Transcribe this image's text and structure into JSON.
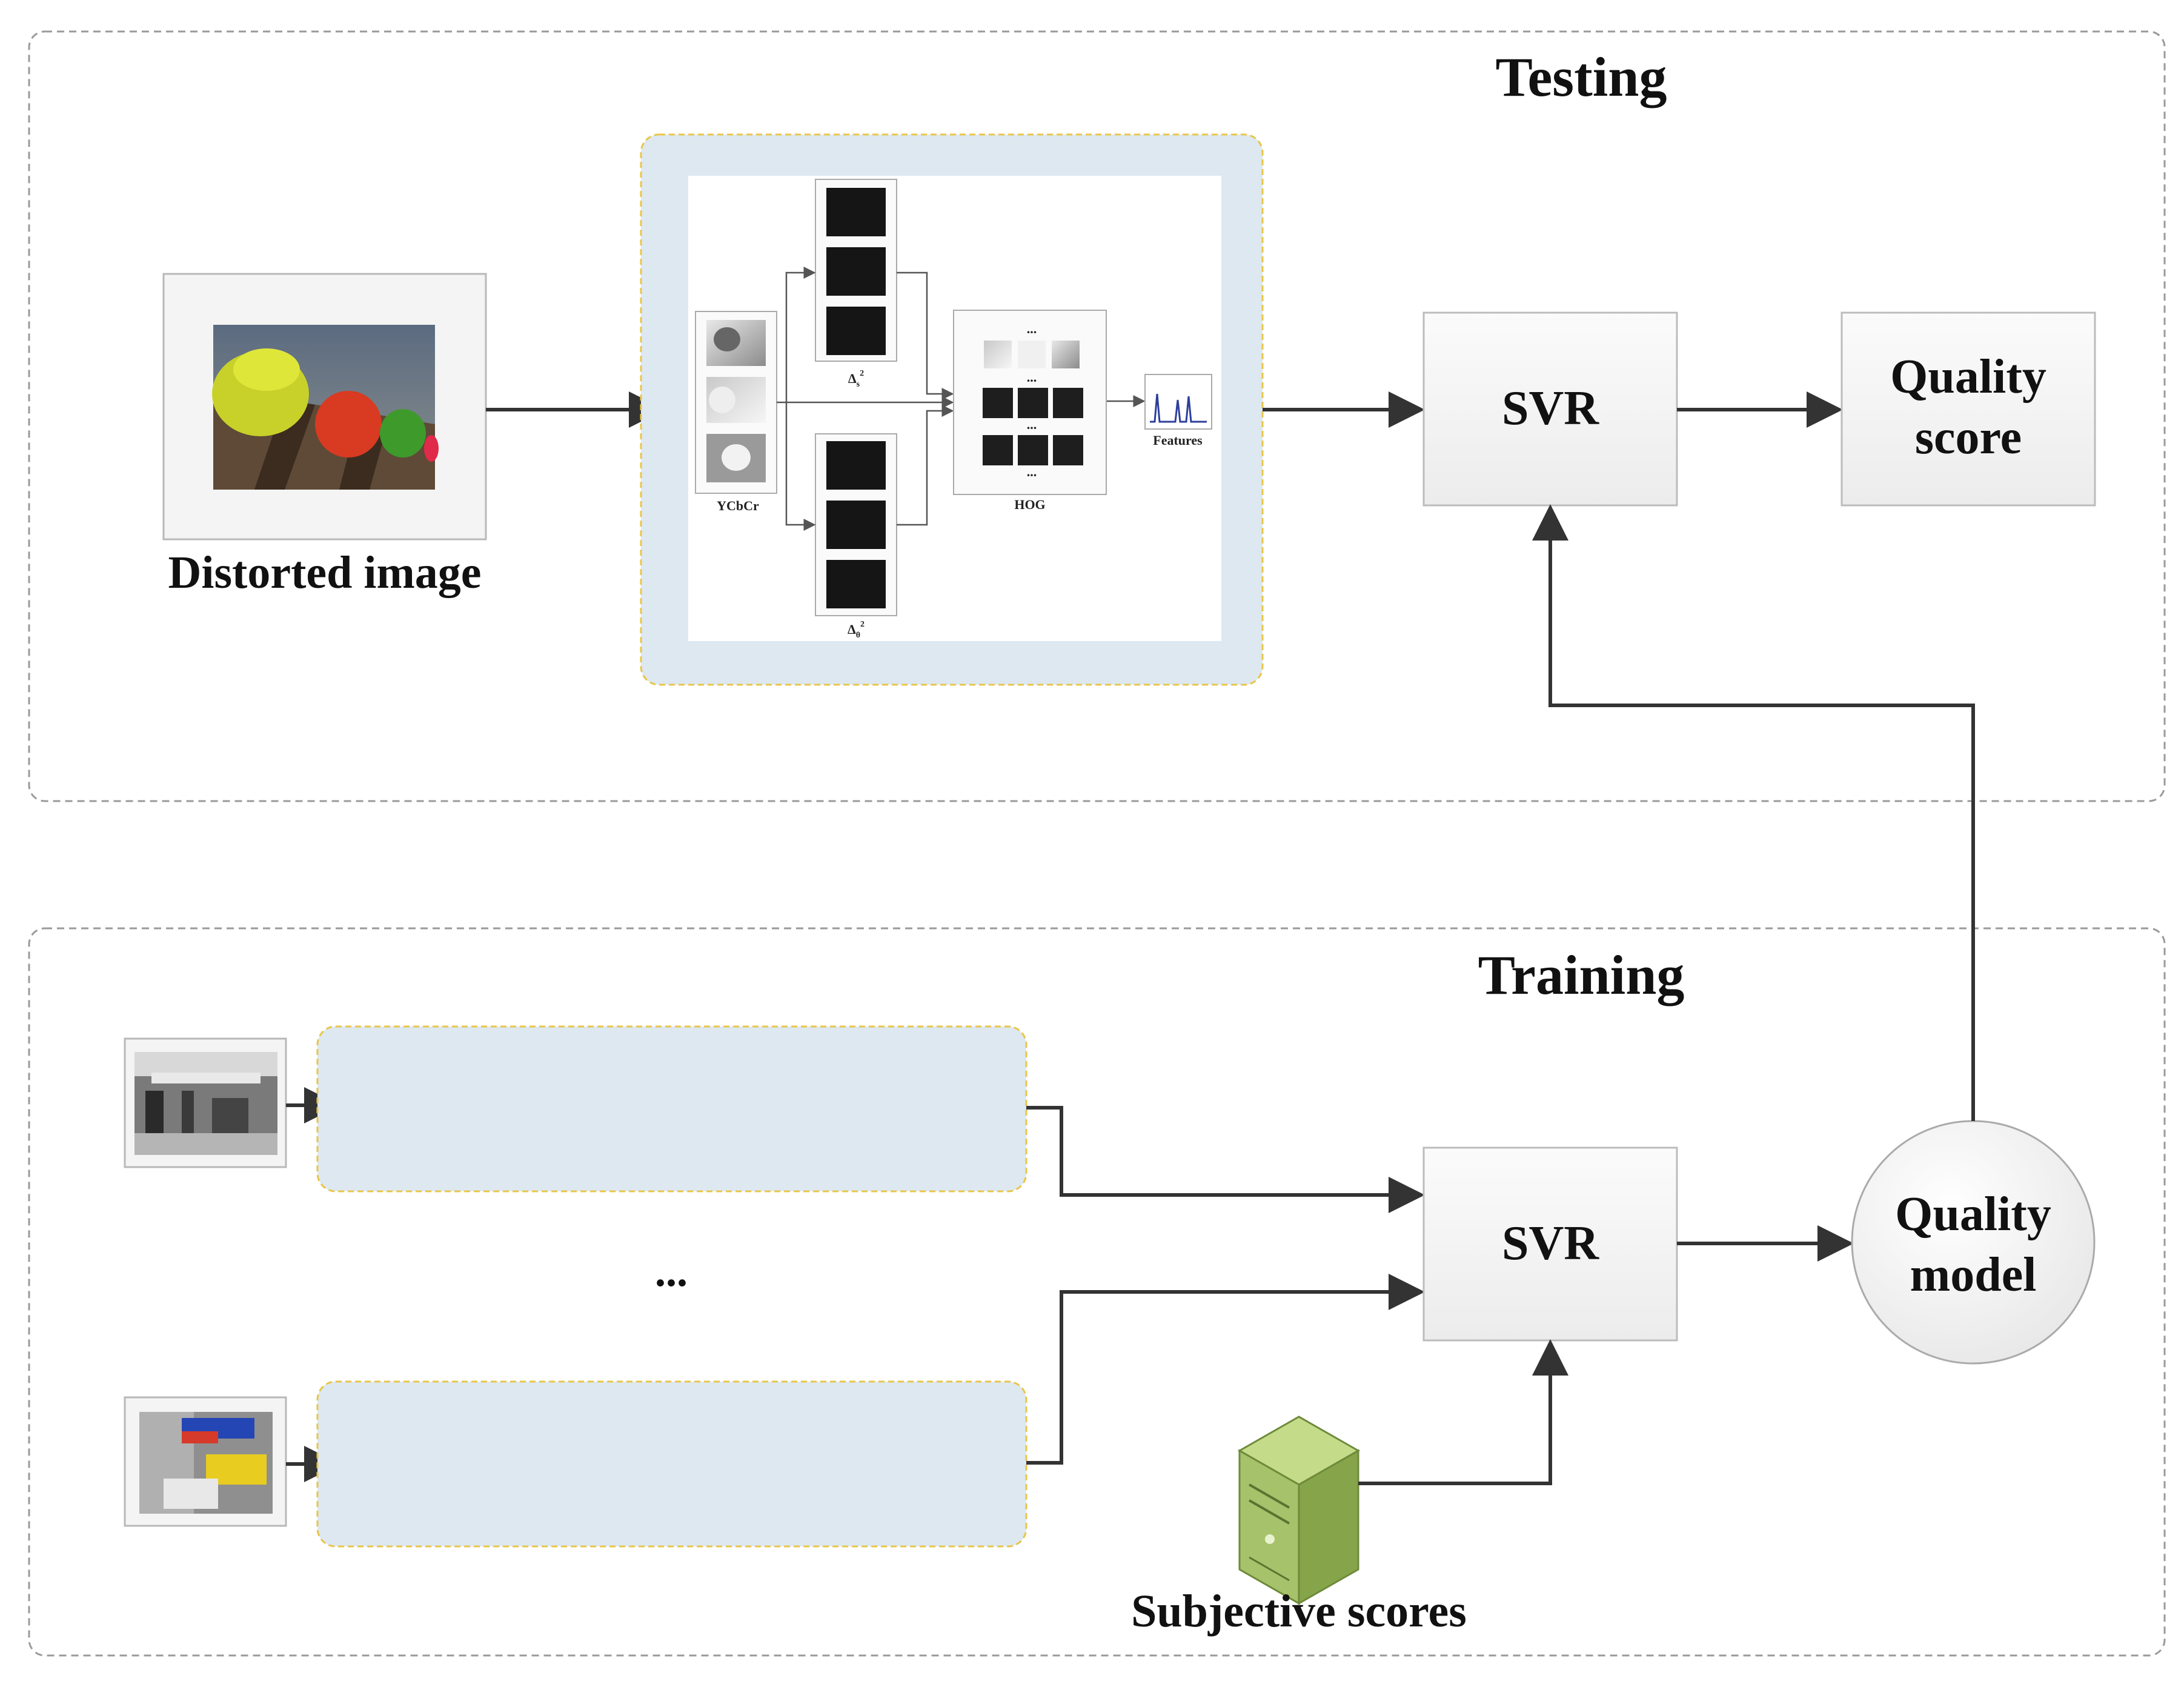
{
  "sections": {
    "testing_title": "Testing",
    "training_title": "Training"
  },
  "testing": {
    "input_label": "Distorted image",
    "svr_label": "SVR",
    "output_label_line1": "Quality",
    "output_label_line2": "score",
    "pipeline": {
      "ycbcr_label": "YCbCr",
      "delta_top_label": "Δ",
      "delta_top_sub": "s",
      "delta_top_sup": "2",
      "delta_bottom_label": "Δ",
      "delta_bottom_sub": "θ",
      "delta_bottom_sup": "2",
      "hog_label": "HOG",
      "features_label": "Features",
      "ellipsis": "..."
    }
  },
  "training": {
    "svr_label": "SVR",
    "model_label_line1": "Quality",
    "model_label_line2": "model",
    "ellipsis": "...",
    "scores_label": "Subjective scores"
  },
  "colors": {
    "arrow": "#333333",
    "panel_blue": "#dde8f1",
    "dash_yellow": "#e8c64a",
    "border_gray": "#9a9a9a",
    "server_green": "#a6c26a"
  }
}
